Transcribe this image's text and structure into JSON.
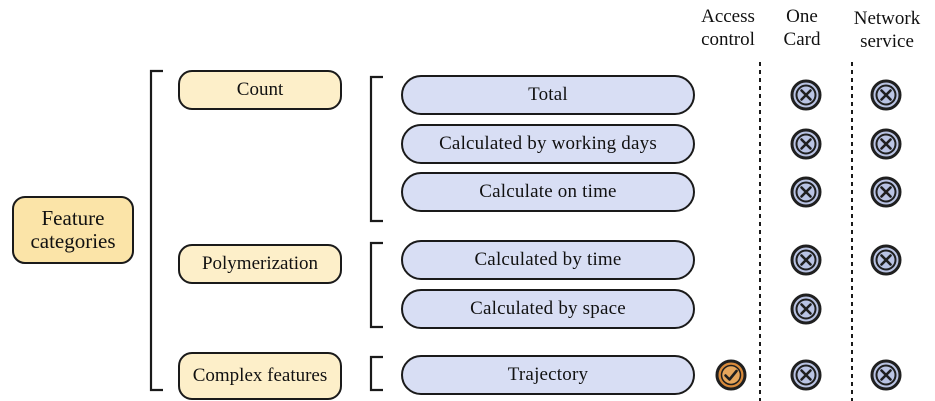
{
  "headers": {
    "access_control": "Access control",
    "one_card": "One Card",
    "network_service": "Network service"
  },
  "root": {
    "label": "Feature categories"
  },
  "groups": [
    {
      "id": "count",
      "label": "Count"
    },
    {
      "id": "polymerization",
      "label": "Polymerization"
    },
    {
      "id": "complex",
      "label": "Complex features"
    }
  ],
  "features": [
    {
      "label": "Total",
      "group": "count",
      "access_control": "none",
      "one_card": "cross",
      "network_service": "cross"
    },
    {
      "label": "Calculated by working days",
      "group": "count",
      "access_control": "none",
      "one_card": "cross",
      "network_service": "cross"
    },
    {
      "label": "Calculate on time",
      "group": "count",
      "access_control": "none",
      "one_card": "cross",
      "network_service": "cross"
    },
    {
      "label": "Calculated by time",
      "group": "polymerization",
      "access_control": "none",
      "one_card": "cross",
      "network_service": "cross"
    },
    {
      "label": "Calculated by space",
      "group": "polymerization",
      "access_control": "none",
      "one_card": "cross",
      "network_service": "none"
    },
    {
      "label": "Trajectory",
      "group": "complex",
      "access_control": "check",
      "one_card": "cross",
      "network_service": "cross"
    }
  ],
  "colors": {
    "category_fill": "#fbe4a8",
    "group_fill": "#fdefc9",
    "feature_fill": "#d8def4",
    "cross_fill": "#b9c3e3",
    "check_fill": "#d98a3a"
  },
  "icons": {
    "cross": "x-circle-icon",
    "check": "check-circle-icon"
  }
}
